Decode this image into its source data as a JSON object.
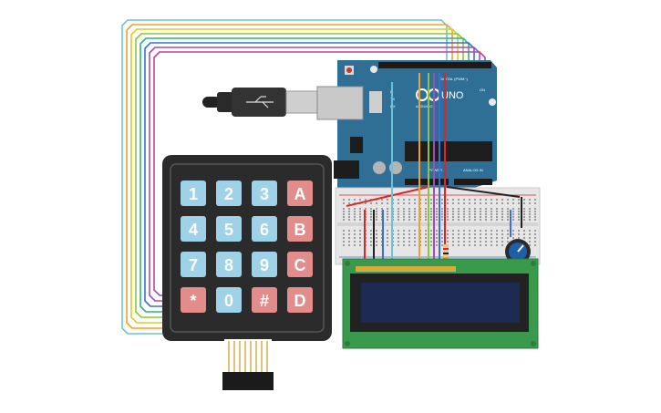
{
  "arduino": {
    "model_label": "UNO",
    "brand_label": "ARDUINO",
    "digital_label": "DIGITAL (PWM~)",
    "power_label": "POWER",
    "analog_label": "ANALOG IN",
    "tx_label": "TX",
    "rx_label": "RX",
    "l_label": "L",
    "on_label": "ON"
  },
  "keypad": {
    "keys": [
      "1",
      "2",
      "3",
      "A",
      "4",
      "5",
      "6",
      "B",
      "7",
      "8",
      "9",
      "C",
      "*",
      "0",
      "#",
      "D"
    ],
    "digit_color": "#9fd2e8",
    "letter_color": "#e38c8c"
  },
  "colors": {
    "arduino_board": "#2f6f95",
    "keypad_body": "#2b2b2b",
    "lcd_board": "#3a9a4c",
    "lcd_screen": "#1d2a52",
    "breadboard": "#e6e6e6",
    "wire_red": "#d8262b",
    "wire_black": "#222222",
    "pot": "#1e5fa8"
  },
  "wires": [
    "#6cc3d5",
    "#f2a02c",
    "#e2cb1e",
    "#8cc63f",
    "#2eb57a",
    "#3f6ecf",
    "#9c4fbf",
    "#b14aa0"
  ]
}
